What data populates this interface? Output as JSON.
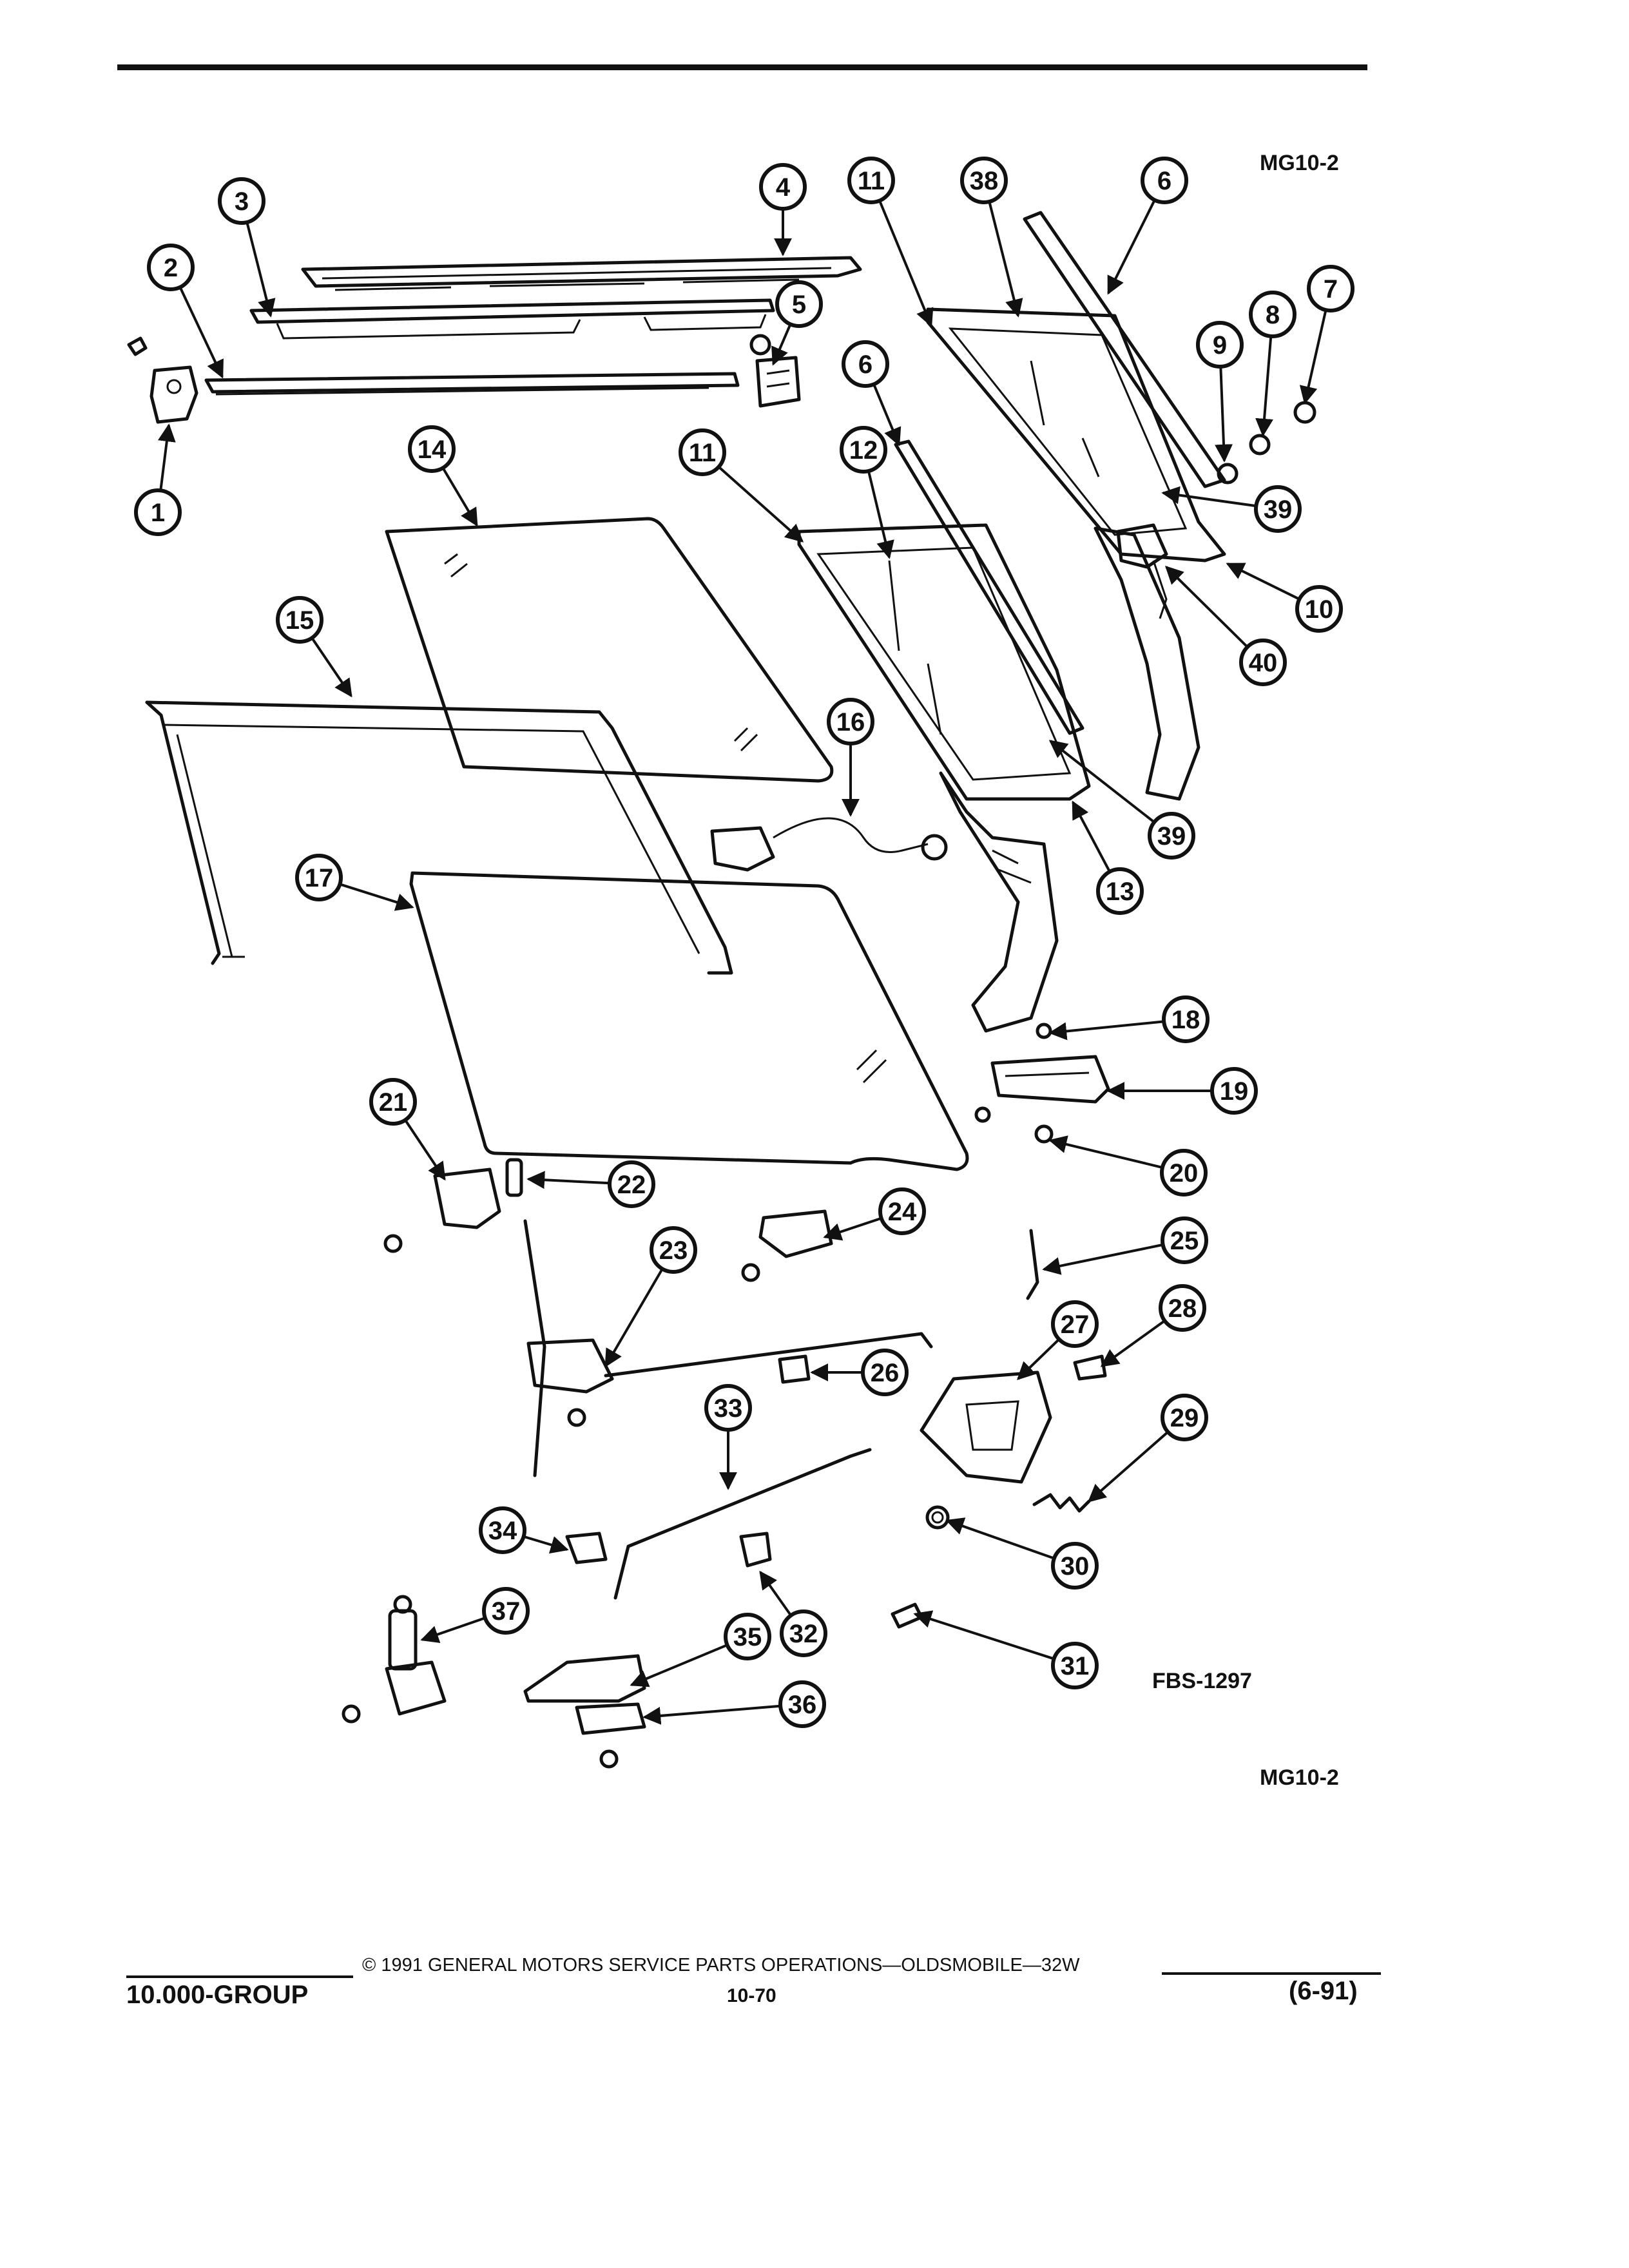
{
  "figure": {
    "code_top": "MG10-2",
    "code_bottom": "MG10-2",
    "drawing_number": "FBS-1297"
  },
  "callouts": [
    {
      "id": "c1",
      "n": "1"
    },
    {
      "id": "c2",
      "n": "2"
    },
    {
      "id": "c3",
      "n": "3"
    },
    {
      "id": "c4",
      "n": "4"
    },
    {
      "id": "c5",
      "n": "5"
    },
    {
      "id": "c6a",
      "n": "6"
    },
    {
      "id": "c6b",
      "n": "6"
    },
    {
      "id": "c7",
      "n": "7"
    },
    {
      "id": "c8",
      "n": "8"
    },
    {
      "id": "c9",
      "n": "9"
    },
    {
      "id": "c10",
      "n": "10"
    },
    {
      "id": "c11a",
      "n": "11"
    },
    {
      "id": "c11b",
      "n": "11"
    },
    {
      "id": "c12",
      "n": "12"
    },
    {
      "id": "c13",
      "n": "13"
    },
    {
      "id": "c14",
      "n": "14"
    },
    {
      "id": "c15",
      "n": "15"
    },
    {
      "id": "c16",
      "n": "16"
    },
    {
      "id": "c17",
      "n": "17"
    },
    {
      "id": "c18",
      "n": "18"
    },
    {
      "id": "c19",
      "n": "19"
    },
    {
      "id": "c20",
      "n": "20"
    },
    {
      "id": "c21",
      "n": "21"
    },
    {
      "id": "c22",
      "n": "22"
    },
    {
      "id": "c23",
      "n": "23"
    },
    {
      "id": "c24",
      "n": "24"
    },
    {
      "id": "c25",
      "n": "25"
    },
    {
      "id": "c26",
      "n": "26"
    },
    {
      "id": "c27",
      "n": "27"
    },
    {
      "id": "c28",
      "n": "28"
    },
    {
      "id": "c29",
      "n": "29"
    },
    {
      "id": "c30",
      "n": "30"
    },
    {
      "id": "c31",
      "n": "31"
    },
    {
      "id": "c32",
      "n": "32"
    },
    {
      "id": "c33",
      "n": "33"
    },
    {
      "id": "c34",
      "n": "34"
    },
    {
      "id": "c35",
      "n": "35"
    },
    {
      "id": "c36",
      "n": "36"
    },
    {
      "id": "c37",
      "n": "37"
    },
    {
      "id": "c38",
      "n": "38"
    },
    {
      "id": "c39a",
      "n": "39"
    },
    {
      "id": "c39b",
      "n": "39"
    },
    {
      "id": "c40",
      "n": "40"
    }
  ],
  "footer": {
    "copyright": "© 1991 GENERAL MOTORS SERVICE PARTS OPERATIONS—OLDSMOBILE—32W",
    "group": "10.000-GROUP",
    "page": "10-70",
    "date": "(6-91)"
  }
}
